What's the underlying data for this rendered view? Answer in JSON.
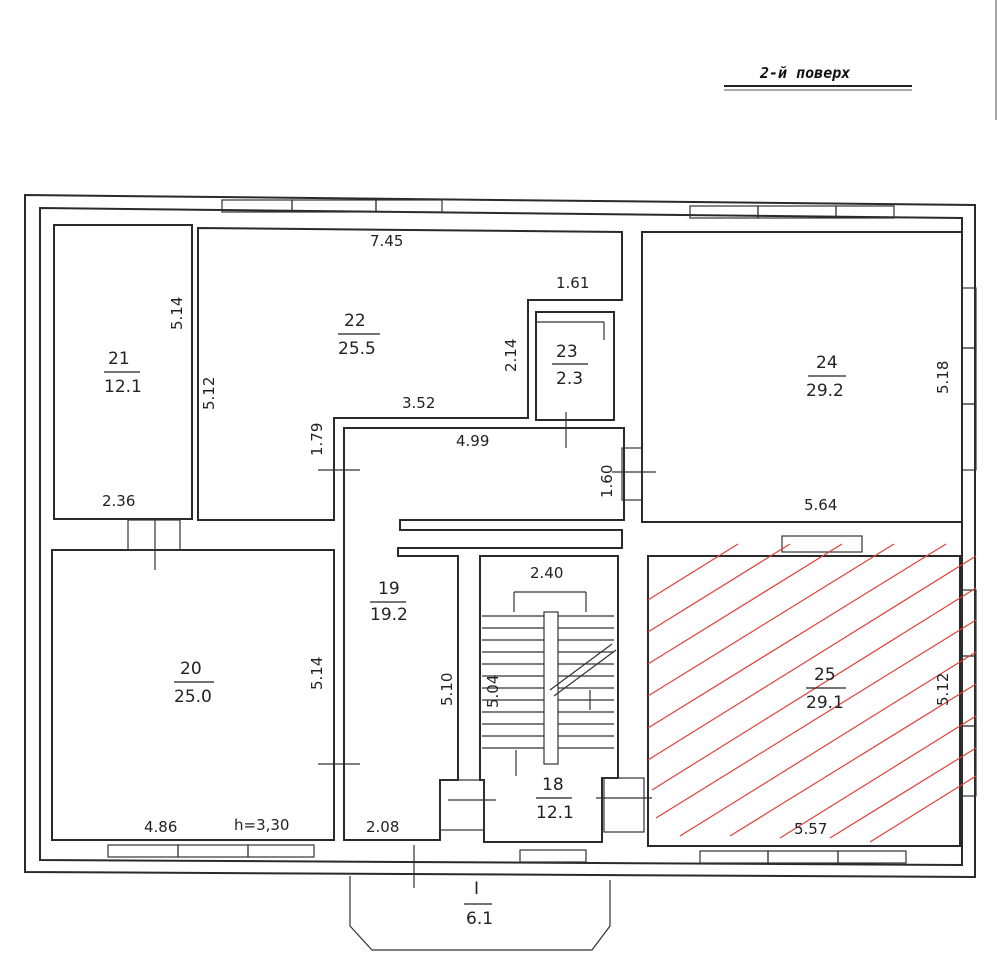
{
  "title": "2-й поверх",
  "rooms": [
    {
      "id": "room-21",
      "number": "21",
      "area": "12.1"
    },
    {
      "id": "room-22",
      "number": "22",
      "area": "25.5"
    },
    {
      "id": "room-23",
      "number": "23",
      "area": "2.3"
    },
    {
      "id": "room-24",
      "number": "24",
      "area": "29.2"
    },
    {
      "id": "room-20",
      "number": "20",
      "area": "25.0"
    },
    {
      "id": "room-19",
      "number": "19",
      "area": "19.2"
    },
    {
      "id": "room-18",
      "number": "18",
      "area": "12.1"
    },
    {
      "id": "room-25",
      "number": "25",
      "area": "29.1"
    },
    {
      "id": "room-I",
      "number": "I",
      "area": "6.1"
    }
  ],
  "dimensions": {
    "d_745": "7.45",
    "d_514": "5.14",
    "d_512a": "5.12",
    "d_161": "1.61",
    "d_214": "2.14",
    "d_352": "3.52",
    "d_179": "1.79",
    "d_499": "4.99",
    "d_160": "1.60",
    "d_518": "5.18",
    "d_564": "5.64",
    "d_236": "2.36",
    "d_514b": "5.14",
    "d_510": "5.10",
    "d_504": "5.04",
    "d_240": "2.40",
    "d_512b": "5.12",
    "d_486": "4.86",
    "d_h": "h=3,30",
    "d_208": "2.08",
    "d_557": "5.57"
  },
  "colors": {
    "ink": "#2a2a2a",
    "hatch": "#e0403a",
    "paper": "#ffffff"
  }
}
